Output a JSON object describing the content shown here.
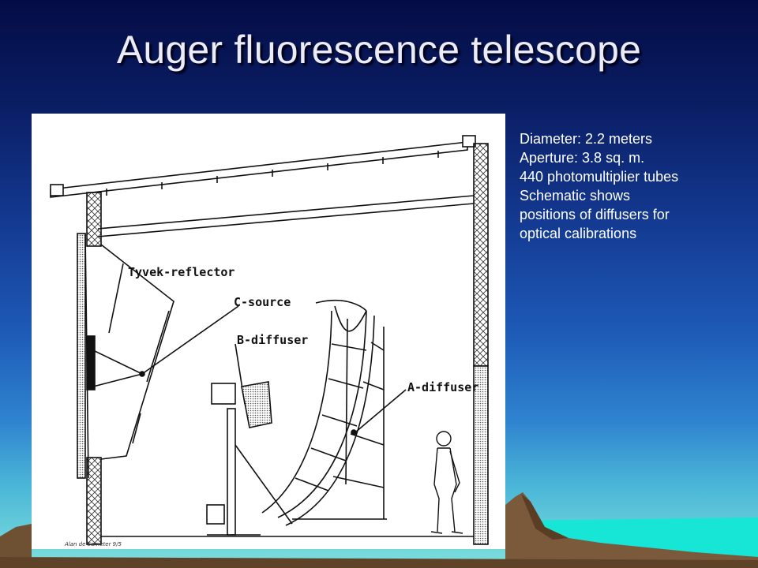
{
  "slide": {
    "title": "Auger fluorescence telescope"
  },
  "info": {
    "lines": [
      "Diameter: 2.2 meters",
      "Aperture: 3.8 sq. m.",
      "440 photomultiplier tubes",
      "Schematic shows",
      "positions of diffusers for",
      "optical calibrations"
    ]
  },
  "diagram": {
    "labels": {
      "tyvek": "Tyvek-reflector",
      "c_source": "C-source",
      "b_diffuser": "B-diffuser",
      "a_diffuser": "A-diffuser"
    },
    "credit": "Alan de Sameter 9/5"
  },
  "colors": {
    "background_top": "#040c45",
    "background_bottom": "#7fe0db",
    "title_text": "#ececf6",
    "body_text": "#ffffff"
  }
}
